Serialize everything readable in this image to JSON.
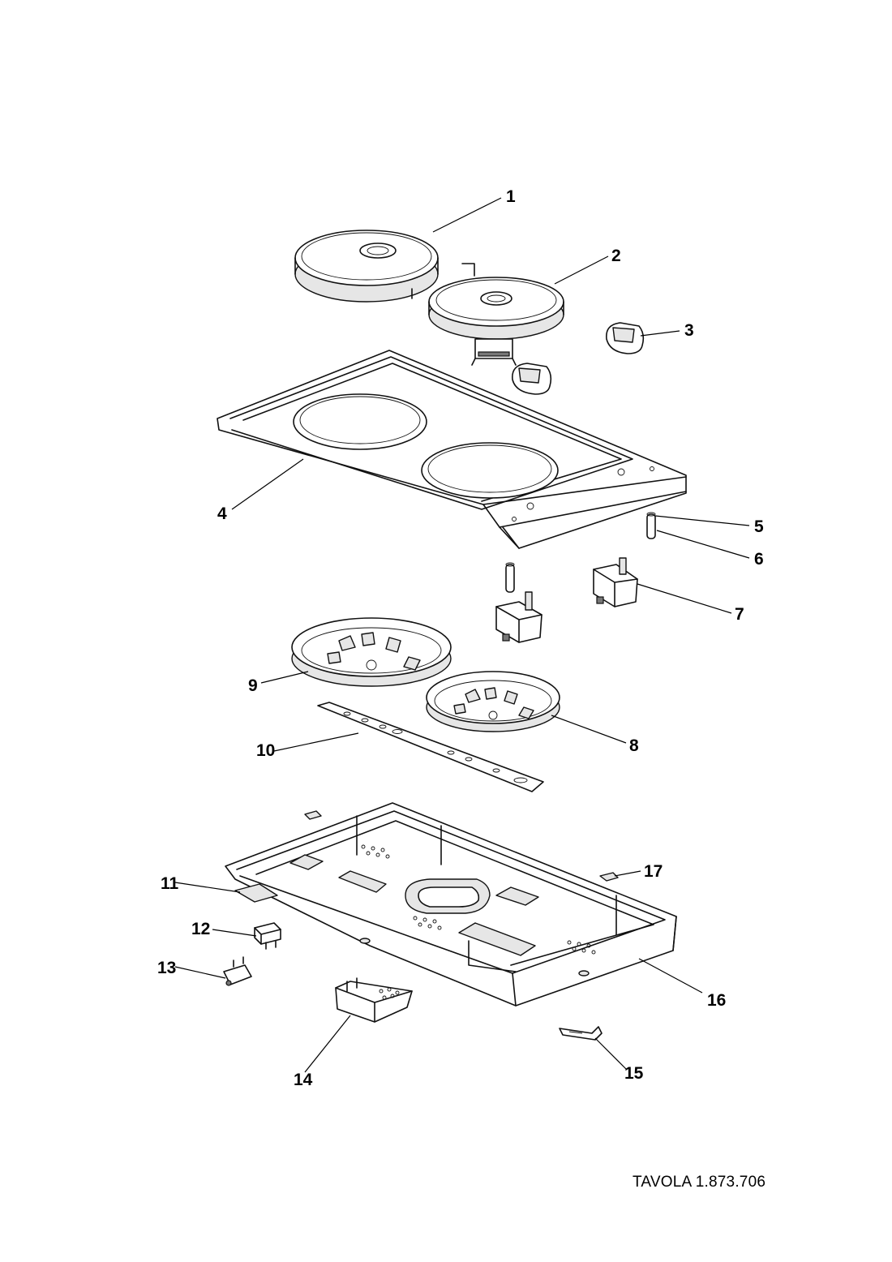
{
  "drawing_reference": "TAVOLA  1.873.706",
  "callouts": [
    "1",
    "2",
    "3",
    "4",
    "5",
    "6",
    "7",
    "8",
    "9",
    "10",
    "11",
    "12",
    "13",
    "14",
    "15",
    "16",
    "17"
  ],
  "line_color": "#000000",
  "background": "#ffffff"
}
